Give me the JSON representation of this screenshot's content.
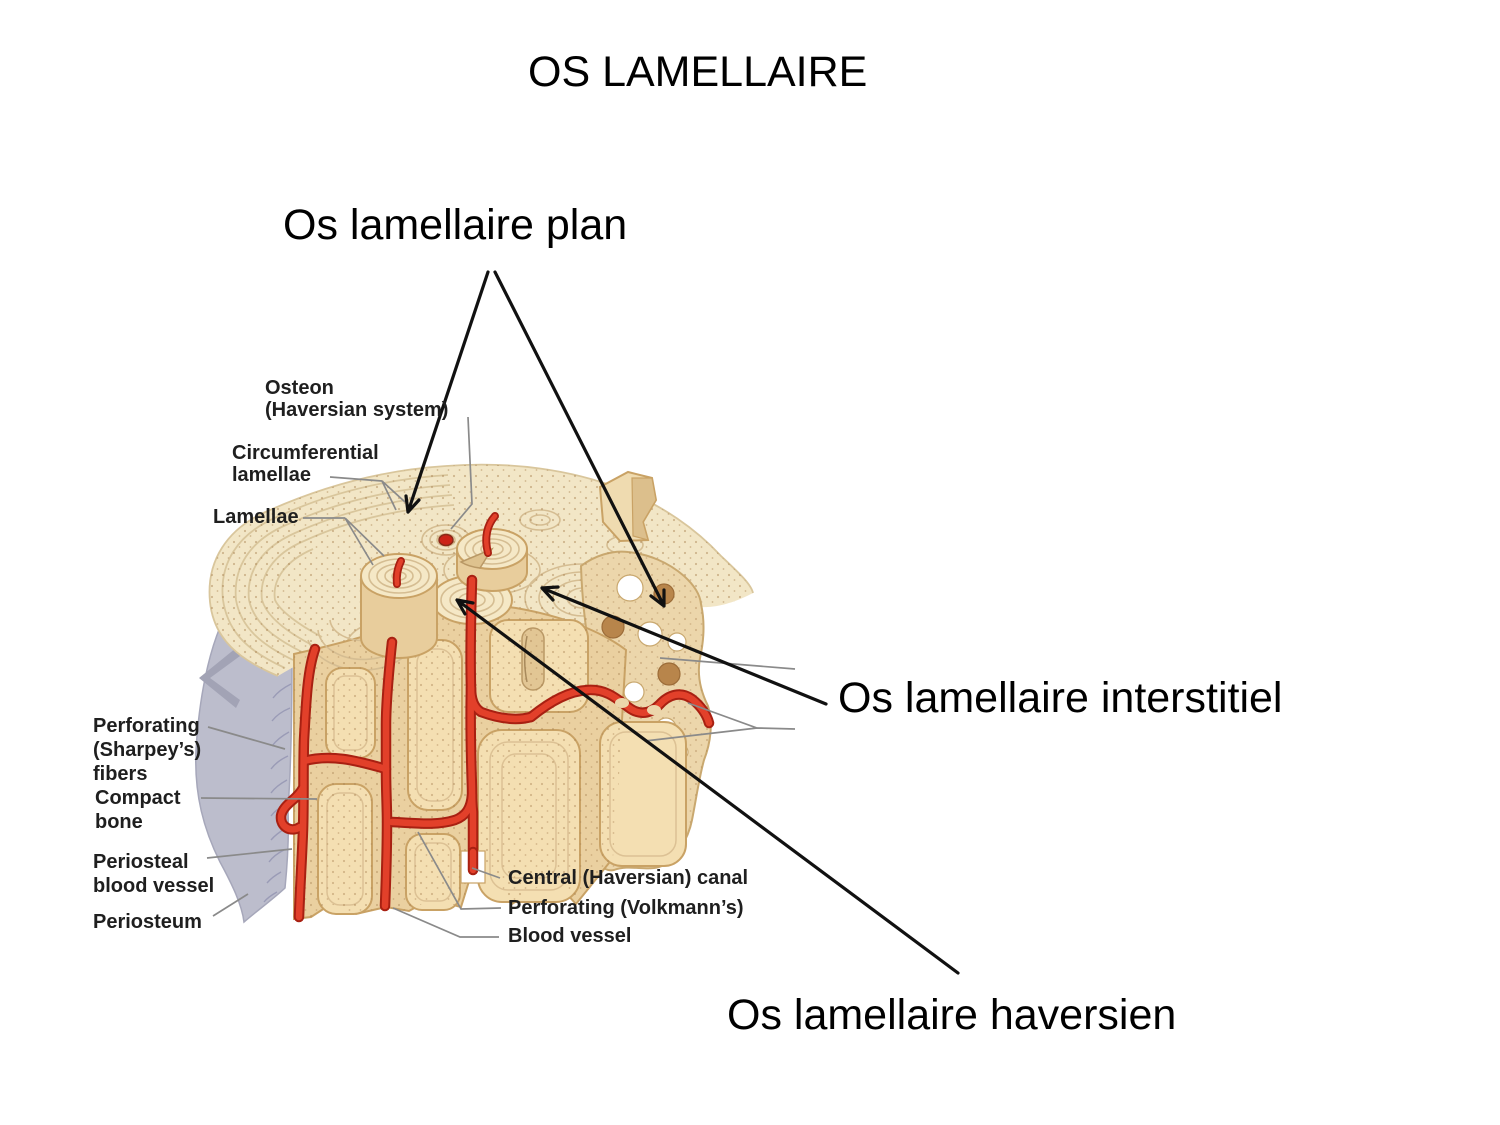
{
  "slide": {
    "title": "OS LAMELLAIRE",
    "annotations": {
      "plan": "Os lamellaire plan",
      "interstitiel": "Os lamellaire interstitiel",
      "haversien": "Os lamellaire haversien"
    }
  },
  "figure": {
    "labels": {
      "osteon_line1": "Osteon",
      "osteon_line2": "(Haversian system)",
      "circumferential_line1": "Circumferential",
      "circumferential_line2": "lamellae",
      "lamellae": "Lamellae",
      "perforating_line1": "Perforating",
      "perforating_line2": "(Sharpey’s)",
      "perforating_line3": "fibers",
      "compact_line1": "Compact",
      "compact_line2": "bone",
      "periosteal_line1": "Periosteal",
      "periosteal_line2": "blood vessel",
      "periosteum": "Periosteum",
      "central_canal": "Central (Haversian) canal",
      "volkmanns": "Perforating (Volkmann’s)",
      "blood_vessel": "Blood vessel"
    },
    "colors": {
      "bone_surface": "#f2e6c6",
      "bone_column": "#f4dfb2",
      "bone_outline": "#c9a265",
      "ring_line": "#d5bd92",
      "vessel_red": "#e2402a",
      "vessel_dark": "#a82012",
      "periosteum_gray": "#bcbdcc",
      "hole_brown": "#b8854b",
      "label_text": "#1f1f1f",
      "leader_gray": "#8a8a8a",
      "arrow_black": "#111111"
    }
  }
}
